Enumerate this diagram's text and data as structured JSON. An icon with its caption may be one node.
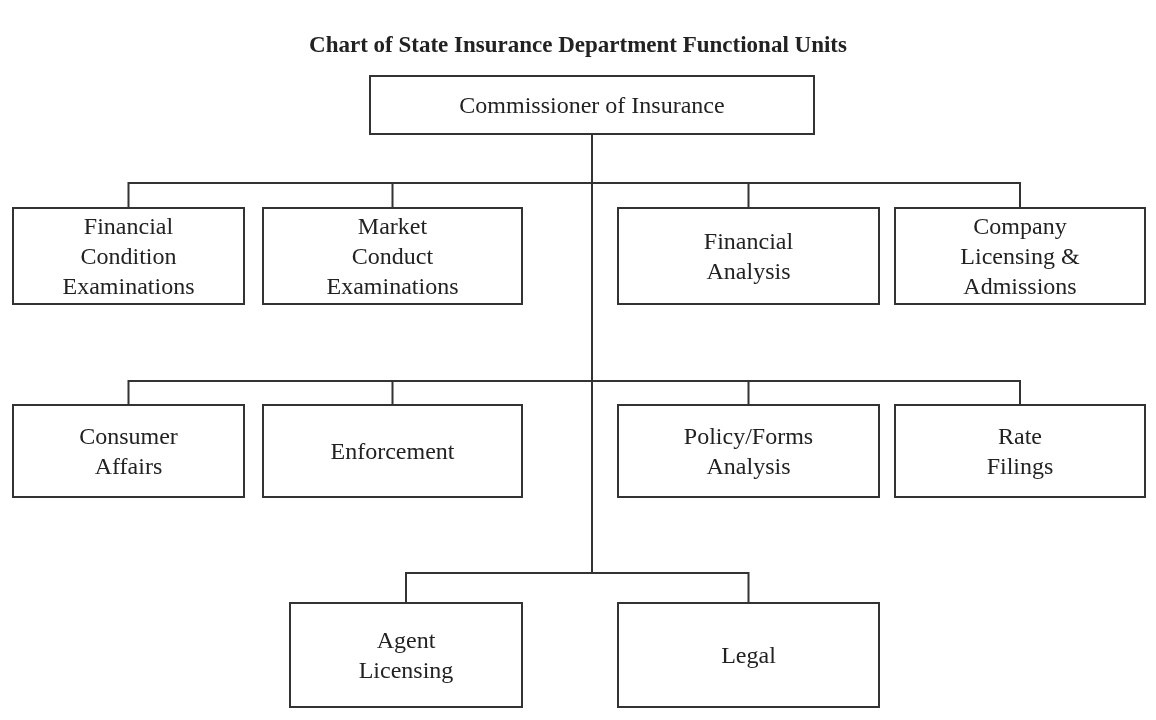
{
  "diagram": {
    "title": "Chart of State Insurance Department Functional Units",
    "nodes": [
      {
        "text": [
          "Commissioner of Insurance"
        ]
      },
      {
        "text": [
          "Financial Condition Examinations"
        ]
      },
      {
        "text": [
          "Market Conduct Examinations"
        ]
      },
      {
        "text": [
          "Financial Analysis"
        ]
      },
      {
        "text": [
          "Company Licensing & Admissions"
        ]
      },
      {
        "text": [
          "Consumer Affairs"
        ]
      },
      {
        "text": [
          "Enforcement"
        ]
      },
      {
        "text": [
          "Policy/Forms Analysis"
        ]
      },
      {
        "text": [
          "Rate Filings"
        ]
      },
      {
        "text": [
          "Agent Licensing"
        ]
      },
      {
        "text": [
          "Legal"
        ]
      }
    ],
    "edges": [
      {
        "from": 0,
        "to": 1,
        "arrow": "none"
      },
      {
        "from": 0,
        "to": 2,
        "arrow": "none"
      },
      {
        "from": 0,
        "to": 3,
        "arrow": "none"
      },
      {
        "from": 0,
        "to": 4,
        "arrow": "none"
      },
      {
        "from": 0,
        "to": 5,
        "arrow": "none"
      },
      {
        "from": 0,
        "to": 6,
        "arrow": "none"
      },
      {
        "from": 0,
        "to": 7,
        "arrow": "none"
      },
      {
        "from": 0,
        "to": 8,
        "arrow": "none"
      },
      {
        "from": 0,
        "to": 9,
        "arrow": "none"
      },
      {
        "from": 0,
        "to": 10,
        "arrow": "none"
      }
    ]
  }
}
